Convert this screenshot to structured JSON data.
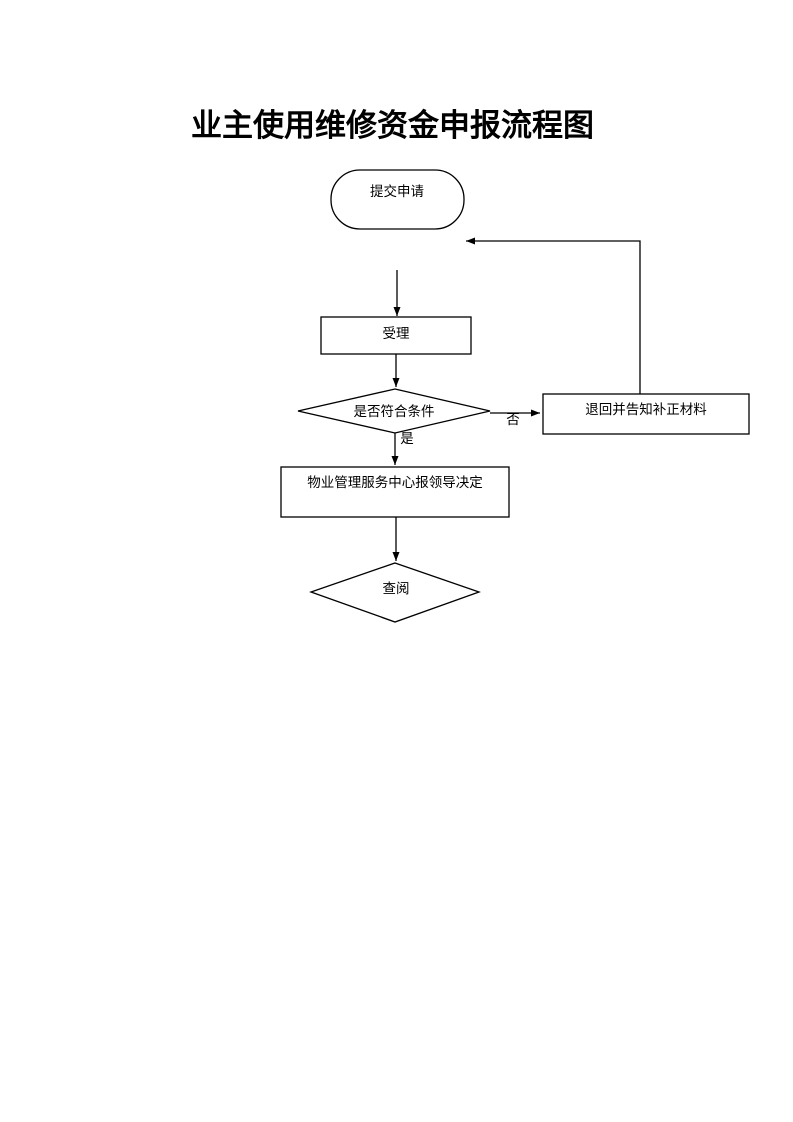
{
  "document": {
    "title": "业主使用维修资金申报流程图"
  },
  "flowchart": {
    "nodes": {
      "start": "提交申请",
      "accept": "受理",
      "check": "是否符合条件",
      "reject": "退回并告知补正材料",
      "report": "物业管理服务中心报领导决定",
      "review": "查阅"
    },
    "edge_labels": {
      "no": "否",
      "yes": "是"
    }
  },
  "colors": {
    "stroke": "#000000",
    "background": "#ffffff",
    "text": "#000000"
  }
}
